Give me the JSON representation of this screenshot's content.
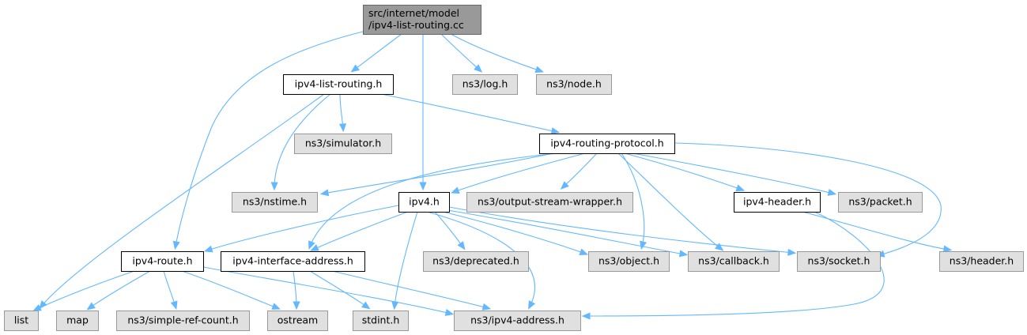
{
  "colors": {
    "edge": "#63b8ff",
    "root_fill": "#999999",
    "root_stroke": "#666666",
    "local_fill": "#ffffff",
    "local_stroke": "#000000",
    "external_fill": "#e0e0e0",
    "external_stroke": "#999999"
  },
  "nodes": [
    {
      "id": "root",
      "kind": "root",
      "lines": [
        "src/internet/model",
        "/ipv4-list-routing.cc"
      ]
    },
    {
      "id": "ipv4_list_routing_h",
      "kind": "local",
      "lines": [
        "ipv4-list-routing.h"
      ]
    },
    {
      "id": "log",
      "kind": "external",
      "lines": [
        "ns3/log.h"
      ]
    },
    {
      "id": "node",
      "kind": "external",
      "lines": [
        "ns3/node.h"
      ]
    },
    {
      "id": "simulator",
      "kind": "external",
      "lines": [
        "ns3/simulator.h"
      ]
    },
    {
      "id": "routing_protocol",
      "kind": "local",
      "lines": [
        "ipv4-routing-protocol.h"
      ]
    },
    {
      "id": "nstime",
      "kind": "external",
      "lines": [
        "ns3/nstime.h"
      ]
    },
    {
      "id": "ipv4_h",
      "kind": "local",
      "lines": [
        "ipv4.h"
      ]
    },
    {
      "id": "osw",
      "kind": "external",
      "lines": [
        "ns3/output-stream-wrapper.h"
      ]
    },
    {
      "id": "ipv4_header",
      "kind": "local",
      "lines": [
        "ipv4-header.h"
      ]
    },
    {
      "id": "packet",
      "kind": "external",
      "lines": [
        "ns3/packet.h"
      ]
    },
    {
      "id": "ipv4_route",
      "kind": "local",
      "lines": [
        "ipv4-route.h"
      ]
    },
    {
      "id": "iface_addr",
      "kind": "local",
      "lines": [
        "ipv4-interface-address.h"
      ]
    },
    {
      "id": "deprecated",
      "kind": "external",
      "lines": [
        "ns3/deprecated.h"
      ]
    },
    {
      "id": "object",
      "kind": "external",
      "lines": [
        "ns3/object.h"
      ]
    },
    {
      "id": "callback",
      "kind": "external",
      "lines": [
        "ns3/callback.h"
      ]
    },
    {
      "id": "socket",
      "kind": "external",
      "lines": [
        "ns3/socket.h"
      ]
    },
    {
      "id": "header",
      "kind": "external",
      "lines": [
        "ns3/header.h"
      ]
    },
    {
      "id": "list",
      "kind": "external",
      "lines": [
        "list"
      ]
    },
    {
      "id": "map",
      "kind": "external",
      "lines": [
        "map"
      ]
    },
    {
      "id": "srcount",
      "kind": "external",
      "lines": [
        "ns3/simple-ref-count.h"
      ]
    },
    {
      "id": "ostream",
      "kind": "external",
      "lines": [
        "ostream"
      ]
    },
    {
      "id": "stdint",
      "kind": "external",
      "lines": [
        "stdint.h"
      ]
    },
    {
      "id": "ipv4_address",
      "kind": "external",
      "lines": [
        "ns3/ipv4-address.h"
      ]
    }
  ],
  "edges": [
    [
      "root",
      "ipv4_list_routing_h"
    ],
    [
      "root",
      "log"
    ],
    [
      "root",
      "node"
    ],
    [
      "root",
      "ipv4_h"
    ],
    [
      "root",
      "ipv4_route"
    ],
    [
      "ipv4_list_routing_h",
      "simulator"
    ],
    [
      "ipv4_list_routing_h",
      "routing_protocol"
    ],
    [
      "ipv4_list_routing_h",
      "nstime"
    ],
    [
      "ipv4_list_routing_h",
      "list"
    ],
    [
      "routing_protocol",
      "nstime"
    ],
    [
      "routing_protocol",
      "ipv4_h"
    ],
    [
      "routing_protocol",
      "osw"
    ],
    [
      "routing_protocol",
      "ipv4_header"
    ],
    [
      "routing_protocol",
      "packet"
    ],
    [
      "routing_protocol",
      "iface_addr"
    ],
    [
      "routing_protocol",
      "object"
    ],
    [
      "routing_protocol",
      "callback"
    ],
    [
      "routing_protocol",
      "socket"
    ],
    [
      "ipv4_h",
      "ipv4_route"
    ],
    [
      "ipv4_h",
      "iface_addr"
    ],
    [
      "ipv4_h",
      "deprecated"
    ],
    [
      "ipv4_h",
      "object"
    ],
    [
      "ipv4_h",
      "callback"
    ],
    [
      "ipv4_h",
      "socket"
    ],
    [
      "ipv4_h",
      "stdint"
    ],
    [
      "ipv4_h",
      "ipv4_address"
    ],
    [
      "ipv4_header",
      "header"
    ],
    [
      "ipv4_header",
      "ipv4_address"
    ],
    [
      "ipv4_route",
      "list"
    ],
    [
      "ipv4_route",
      "map"
    ],
    [
      "ipv4_route",
      "srcount"
    ],
    [
      "ipv4_route",
      "ostream"
    ],
    [
      "ipv4_route",
      "ipv4_address"
    ],
    [
      "iface_addr",
      "ostream"
    ],
    [
      "iface_addr",
      "stdint"
    ],
    [
      "iface_addr",
      "ipv4_address"
    ]
  ]
}
